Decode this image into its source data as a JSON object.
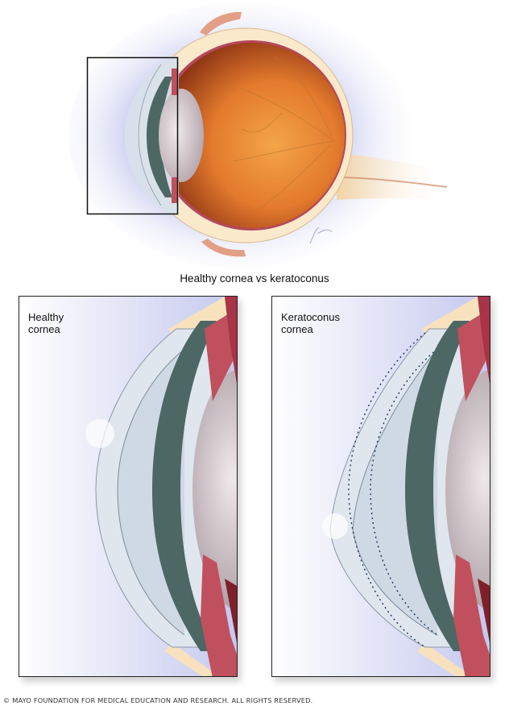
{
  "figure": {
    "title": "Healthy cornea vs keratoconus",
    "overview": {
      "subject": "eye-cross-section",
      "inset_box": "highlighted anterior segment region"
    },
    "panels": [
      {
        "label": "Healthy\ncornea",
        "variant": "healthy"
      },
      {
        "label": "Keratoconus\ncornea",
        "variant": "keratoconus"
      }
    ],
    "copyright": "© MAYO FOUNDATION FOR MEDICAL EDUCATION AND RESEARCH. ALL RIGHTS RESERVED."
  },
  "colors": {
    "sclera": "#fbe9cc",
    "choroid": "#b5485a",
    "vitreous": "#e27a2c",
    "vitreous_dark": "#8a2f12",
    "iris": "#4d6765",
    "cornea": "#d8e1ea",
    "lens": "#d9cfd3",
    "ciliary": "#c0505d",
    "halo": "#c9cdf0",
    "dotted_line": "#1f3560"
  }
}
